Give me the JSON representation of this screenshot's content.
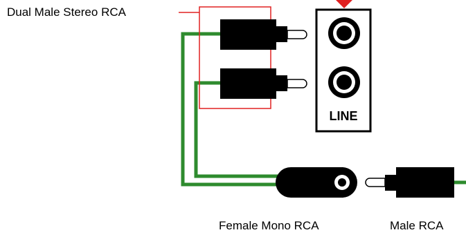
{
  "labels": {
    "dual_male_stereo": "Dual Male Stereo RCA",
    "female_mono": "Female Mono RCA",
    "male_rca": "Male RCA",
    "panel_line": "LINE"
  },
  "colors": {
    "cable": "#2e8b2e",
    "highlight": "#e02020",
    "plug": "#000000",
    "background": "#ffffff"
  }
}
